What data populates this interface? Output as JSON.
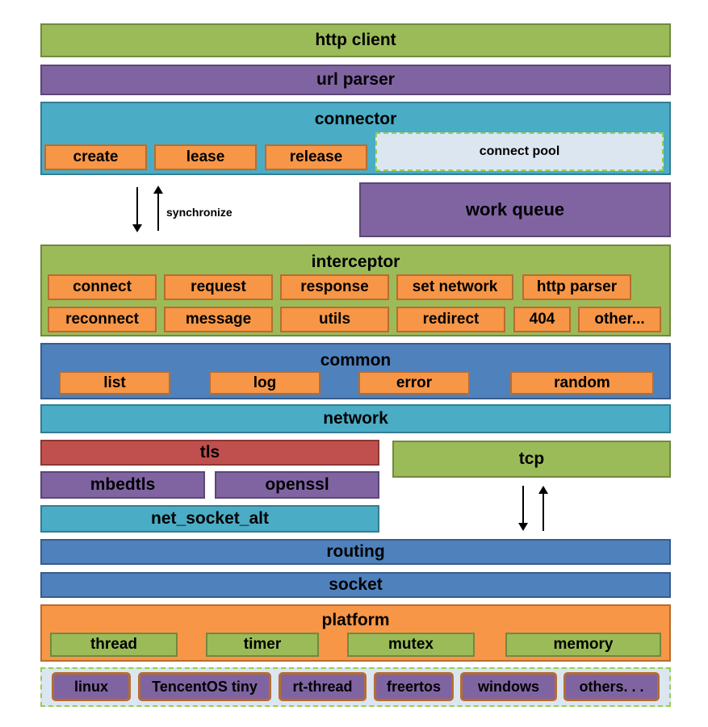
{
  "layers": {
    "http_client": "http client",
    "url_parser": "url parser",
    "connector": {
      "title": "connector",
      "items": [
        "create",
        "lease",
        "release"
      ],
      "pool": "connect pool"
    },
    "synchronize": "synchronize",
    "work_queue": "work queue",
    "interceptor": {
      "title": "interceptor",
      "row1": [
        "connect",
        "request",
        "response",
        "set network",
        "http parser"
      ],
      "row2": [
        "reconnect",
        "message",
        "utils",
        "redirect",
        "404",
        "other..."
      ]
    },
    "common": {
      "title": "common",
      "items": [
        "list",
        "log",
        "error",
        "random"
      ]
    },
    "network": "network",
    "tls": "tls",
    "mbedtls": "mbedtls",
    "openssl": "openssl",
    "net_socket_alt": "net_socket_alt",
    "tcp": "tcp",
    "routing": "routing",
    "socket": "socket",
    "platform": {
      "title": "platform",
      "items": [
        "thread",
        "timer",
        "mutex",
        "memory"
      ]
    },
    "os": [
      "linux",
      "TencentOS tiny",
      "rt-thread",
      "freertos",
      "windows",
      "others. . ."
    ]
  },
  "colors": {
    "green": "#9bbb59",
    "purple": "#8064a2",
    "teal": "#4bacc6",
    "blue": "#4f81bd",
    "red": "#c0504d",
    "orange": "#f79646",
    "pool": "#dce6f1",
    "dashed_border": "#92d050"
  }
}
